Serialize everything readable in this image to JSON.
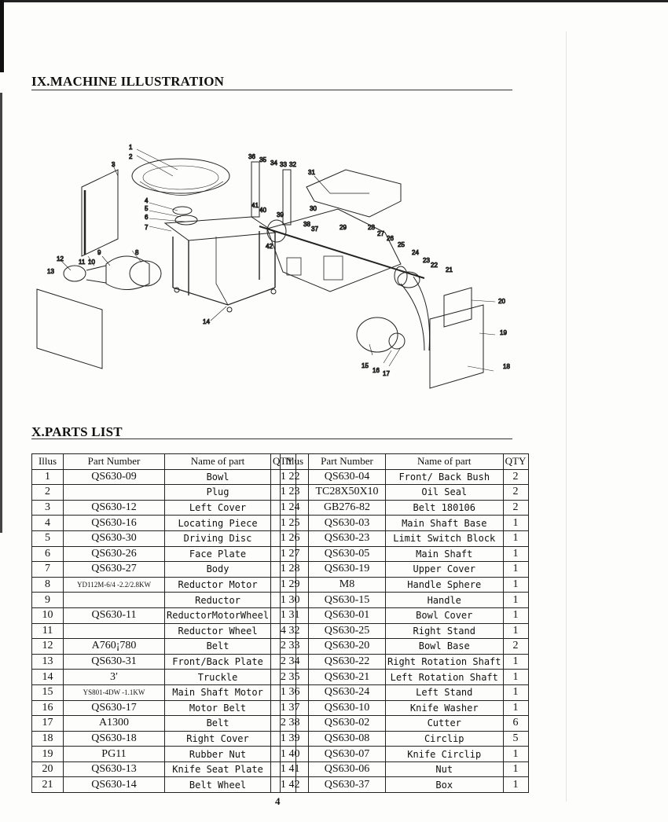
{
  "section_illustration": {
    "title": "IX.MACHINE ILLUSTRATION"
  },
  "illustration": {
    "callouts": [
      "1",
      "2",
      "3",
      "4",
      "5",
      "6",
      "7",
      "8",
      "9",
      "10",
      "11",
      "12",
      "13",
      "14",
      "15",
      "16",
      "17",
      "18",
      "19",
      "20",
      "21",
      "22",
      "23",
      "24",
      "25",
      "26",
      "27",
      "28",
      "29",
      "30",
      "31",
      "32",
      "33",
      "34",
      "35",
      "36",
      "37",
      "38",
      "39",
      "40",
      "41",
      "42"
    ]
  },
  "section_parts": {
    "title": "X.PARTS LIST"
  },
  "table_headers": {
    "illus": "Illus",
    "part_number": "Part Number",
    "name": "Name of part",
    "qty": "QTY"
  },
  "parts_left": [
    {
      "illus": "1",
      "pn": "QS630-09",
      "name": "Bowl",
      "qty": "1"
    },
    {
      "illus": "2",
      "pn": "",
      "name": "Plug",
      "qty": "1"
    },
    {
      "illus": "3",
      "pn": "QS630-12",
      "name": "Left Cover",
      "qty": "1"
    },
    {
      "illus": "4",
      "pn": "QS630-16",
      "name": "Locating Piece",
      "qty": "1"
    },
    {
      "illus": "5",
      "pn": "QS630-30",
      "name": "Driving Disc",
      "qty": "1"
    },
    {
      "illus": "6",
      "pn": "QS630-26",
      "name": "Face Plate",
      "qty": "1"
    },
    {
      "illus": "7",
      "pn": "QS630-27",
      "name": "Body",
      "qty": "1"
    },
    {
      "illus": "8",
      "pn": "YD112M-6/4 -2.2/2.8KW",
      "name": "Reductor Motor",
      "qty": "1"
    },
    {
      "illus": "9",
      "pn": "",
      "name": "Reductor",
      "qty": "1"
    },
    {
      "illus": "10",
      "pn": "QS630-11",
      "name": "ReductorMotorWheel",
      "qty": "1"
    },
    {
      "illus": "11",
      "pn": "",
      "name": "Reductor Wheel",
      "qty": "4"
    },
    {
      "illus": "12",
      "pn": "A760¡780",
      "name": "Belt",
      "qty": "2"
    },
    {
      "illus": "13",
      "pn": "QS630-31",
      "name": "Front/Back Plate",
      "qty": "2"
    },
    {
      "illus": "14",
      "pn": "3′",
      "name": "Truckle",
      "qty": "2"
    },
    {
      "illus": "15",
      "pn": "YS801-4DW -1.1KW",
      "name": "Main Shaft Motor",
      "qty": "1"
    },
    {
      "illus": "16",
      "pn": "QS630-17",
      "name": "Motor Belt",
      "qty": "1"
    },
    {
      "illus": "17",
      "pn": "A1300",
      "name": "Belt",
      "qty": "2"
    },
    {
      "illus": "18",
      "pn": "QS630-18",
      "name": "Right Cover",
      "qty": "1"
    },
    {
      "illus": "19",
      "pn": "PG11",
      "name": "Rubber Nut",
      "qty": "1"
    },
    {
      "illus": "20",
      "pn": "QS630-13",
      "name": "Knife Seat Plate",
      "qty": "1"
    },
    {
      "illus": "21",
      "pn": "QS630-14",
      "name": "Belt Wheel",
      "qty": "1"
    }
  ],
  "parts_right": [
    {
      "illus": "22",
      "pn": "QS630-04",
      "name": "Front/ Back Bush",
      "qty": "2"
    },
    {
      "illus": "23",
      "pn": "TC28X50X10",
      "name": "Oil Seal",
      "qty": "2"
    },
    {
      "illus": "24",
      "pn": "GB276-82",
      "name": "Belt 180106",
      "qty": "2"
    },
    {
      "illus": "25",
      "pn": "QS630-03",
      "name": "Main Shaft Base",
      "qty": "1"
    },
    {
      "illus": "26",
      "pn": "QS630-23",
      "name": "Limit Switch Block",
      "qty": "1"
    },
    {
      "illus": "27",
      "pn": "QS630-05",
      "name": "Main Shaft",
      "qty": "1"
    },
    {
      "illus": "28",
      "pn": "QS630-19",
      "name": "Upper Cover",
      "qty": "1"
    },
    {
      "illus": "29",
      "pn": "M8",
      "name": "Handle Sphere",
      "qty": "1"
    },
    {
      "illus": "30",
      "pn": "QS630-15",
      "name": "Handle",
      "qty": "1"
    },
    {
      "illus": "31",
      "pn": "QS630-01",
      "name": "Bowl Cover",
      "qty": "1"
    },
    {
      "illus": "32",
      "pn": "QS630-25",
      "name": "Right Stand",
      "qty": "1"
    },
    {
      "illus": "33",
      "pn": "QS630-20",
      "name": "Bowl Base",
      "qty": "2"
    },
    {
      "illus": "34",
      "pn": "QS630-22",
      "name": "Right Rotation Shaft",
      "qty": "1"
    },
    {
      "illus": "35",
      "pn": "QS630-21",
      "name": "Left Rotation Shaft",
      "qty": "1"
    },
    {
      "illus": "36",
      "pn": "QS630-24",
      "name": "Left Stand",
      "qty": "1"
    },
    {
      "illus": "37",
      "pn": "QS630-10",
      "name": "Knife Washer",
      "qty": "1"
    },
    {
      "illus": "38",
      "pn": "QS630-02",
      "name": "Cutter",
      "qty": "6"
    },
    {
      "illus": "39",
      "pn": "QS630-08",
      "name": "Circlip",
      "qty": "5"
    },
    {
      "illus": "40",
      "pn": "QS630-07",
      "name": "Knife Circlip",
      "qty": "1"
    },
    {
      "illus": "41",
      "pn": "QS630-06",
      "name": "Nut",
      "qty": "1"
    },
    {
      "illus": "42",
      "pn": "QS630-37",
      "name": "Box",
      "qty": "1"
    }
  ],
  "footer": {
    "page_number": "4"
  }
}
